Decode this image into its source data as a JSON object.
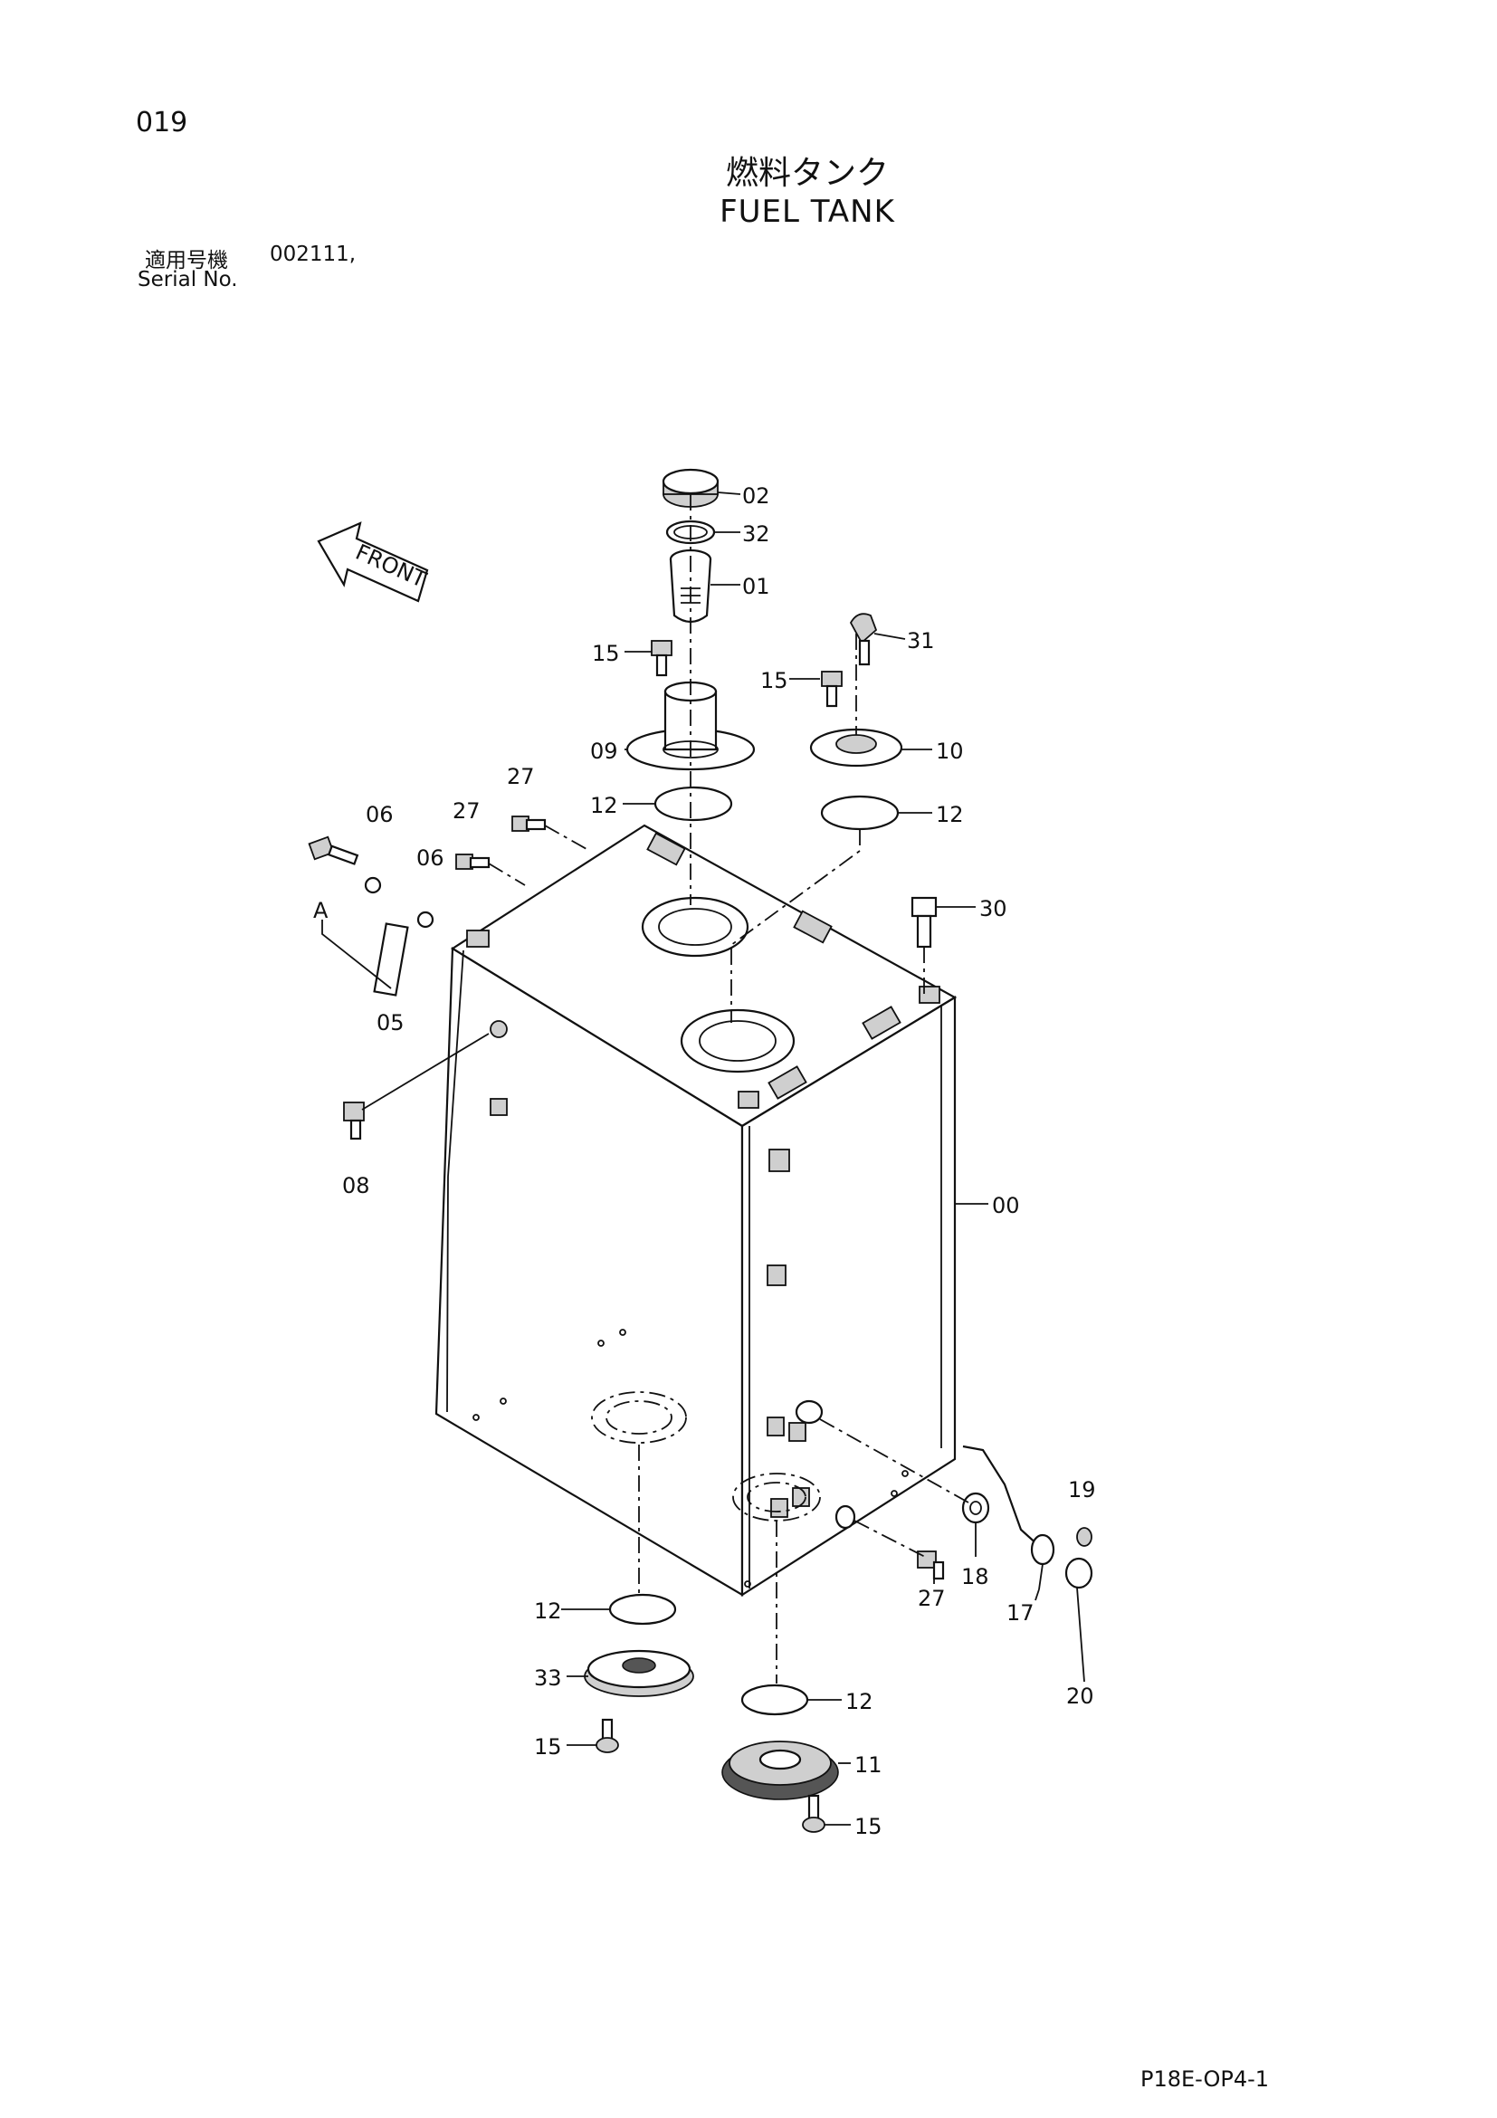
{
  "page": {
    "page_number": "019",
    "title_jp": "燃料タンク",
    "title_en": "FUEL TANK",
    "serial_label_jp": "適用号機",
    "serial_value": "002111,",
    "serial_label_en": "Serial No.",
    "drawing_code": "P18E-OP4-1"
  },
  "diagram": {
    "front_arrow_label": "FRONT",
    "view_label": "A",
    "callouts": [
      "02",
      "32",
      "01",
      "31",
      "15",
      "15",
      "09",
      "10",
      "12",
      "12",
      "27",
      "27",
      "06",
      "06",
      "30",
      "05",
      "08",
      "00",
      "19",
      "18",
      "17",
      "27",
      "20",
      "12",
      "33",
      "12",
      "15",
      "11",
      "15"
    ]
  }
}
